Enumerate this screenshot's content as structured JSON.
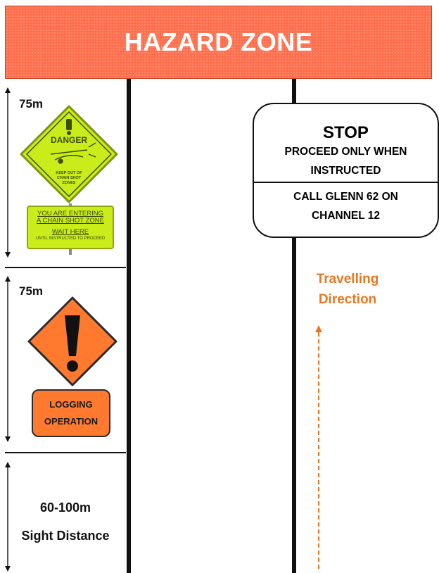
{
  "banner": {
    "title": "HAZARD ZONE",
    "color": "#ff6f4d"
  },
  "zones": [
    {
      "distance": "75m",
      "danger_sign": {
        "heading": "DANGER",
        "sub_lines": [
          "KEEP OUT OF",
          "CHAIN SHOT",
          "ZONES"
        ],
        "color": "#c9ec1a"
      },
      "entering_panel": {
        "line1": "YOU ARE ENTERING",
        "line2": "A CHAIN SHOT ZONE",
        "line3": "WAIT HERE",
        "line4": "UNTIL INSTRUCTED TO PROCEED"
      }
    },
    {
      "distance": "75m",
      "warning_sign": {
        "color": "#ff7a2e",
        "icon": "exclamation-icon"
      },
      "logging_plate": {
        "line1": "LOGGING",
        "line2": "OPERATION"
      }
    },
    {
      "distance": "60-100m",
      "note": "Sight Distance"
    }
  ],
  "stop_sign": {
    "title": "STOP",
    "line1": "PROCEED ONLY WHEN",
    "line2": "INSTRUCTED",
    "line3": "CALL GLENN 62 ON",
    "line4": "CHANNEL 12"
  },
  "travel": {
    "line1": "Travelling",
    "line2": "Direction",
    "color": "#e87722"
  }
}
